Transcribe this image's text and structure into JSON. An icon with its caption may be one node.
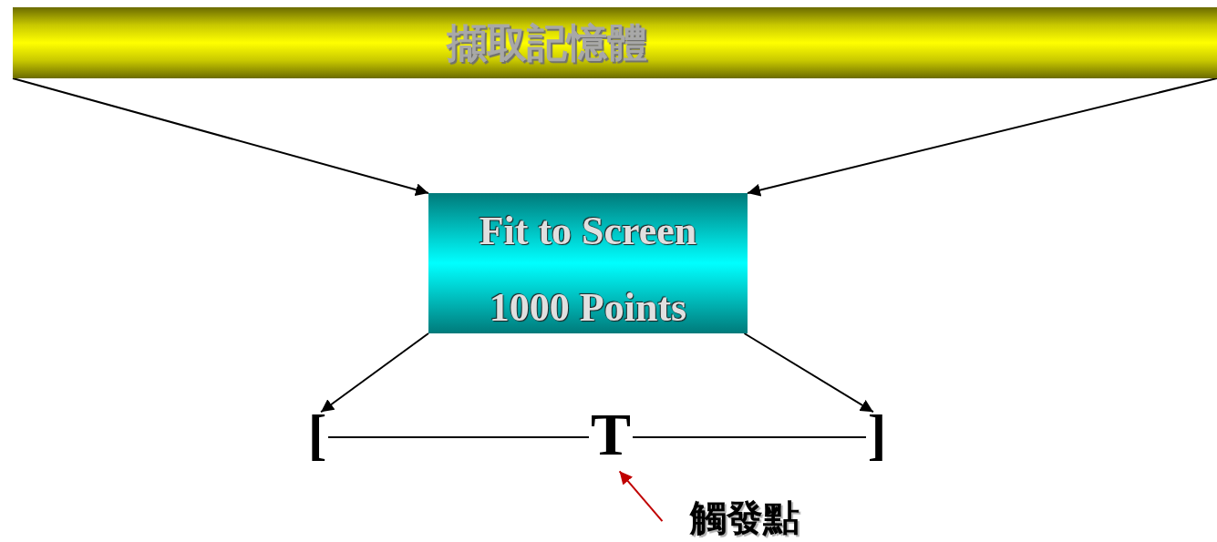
{
  "diagram": {
    "nodes": [
      {
        "text": [
          "擷取記憶體"
        ]
      },
      {
        "text": [
          "Fit to Screen 1000 Points"
        ]
      },
      {
        "text": [
          "["
        ]
      },
      {
        "text": [
          "]"
        ]
      },
      {
        "text": [
          "T"
        ]
      },
      {
        "text": [
          "觸發點"
        ]
      }
    ],
    "edges": [
      {
        "from": 0,
        "to": 1,
        "arrow": "to"
      },
      {
        "from": 0,
        "to": 1,
        "arrow": "to"
      },
      {
        "from": 1,
        "to": 2,
        "arrow": "to"
      },
      {
        "from": 1,
        "to": 3,
        "arrow": "to"
      },
      {
        "from": 2,
        "to": 4,
        "arrow": "none"
      },
      {
        "from": 4,
        "to": 3,
        "arrow": "none"
      },
      {
        "from": 5,
        "to": 4,
        "arrow": "to",
        "color": "#c00000"
      }
    ]
  }
}
